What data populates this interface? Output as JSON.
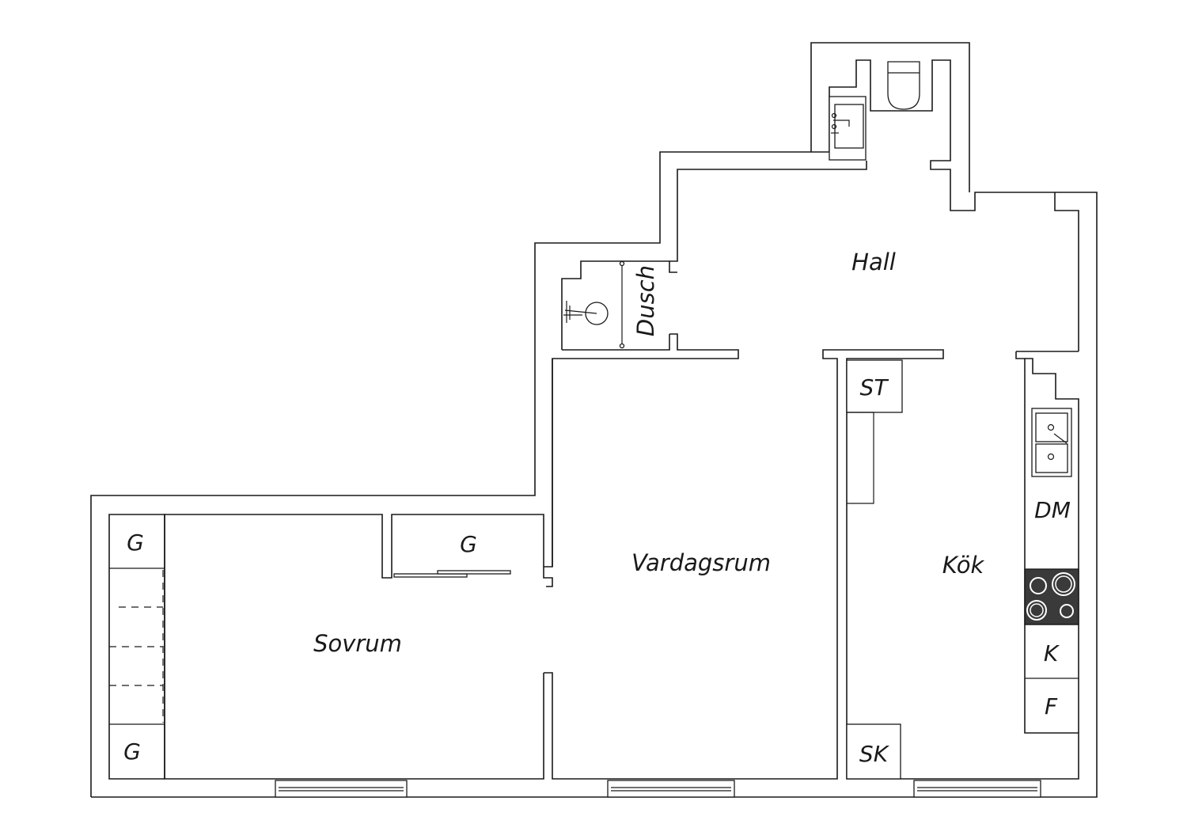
{
  "rooms": {
    "hall": "Hall",
    "dusch": "Dusch",
    "vardagsrum": "Vardagsrum",
    "sovrum": "Sovrum",
    "kok": "Kök"
  },
  "fixtures": {
    "st": "ST",
    "dm": "DM",
    "k": "K",
    "f": "F",
    "sk": "SK",
    "g_top_left": "G",
    "g_closet": "G",
    "g_bottom_left": "G"
  },
  "colors": {
    "line": "#1a1a1a",
    "stove": "#3a3a3a",
    "background": "#ffffff"
  }
}
